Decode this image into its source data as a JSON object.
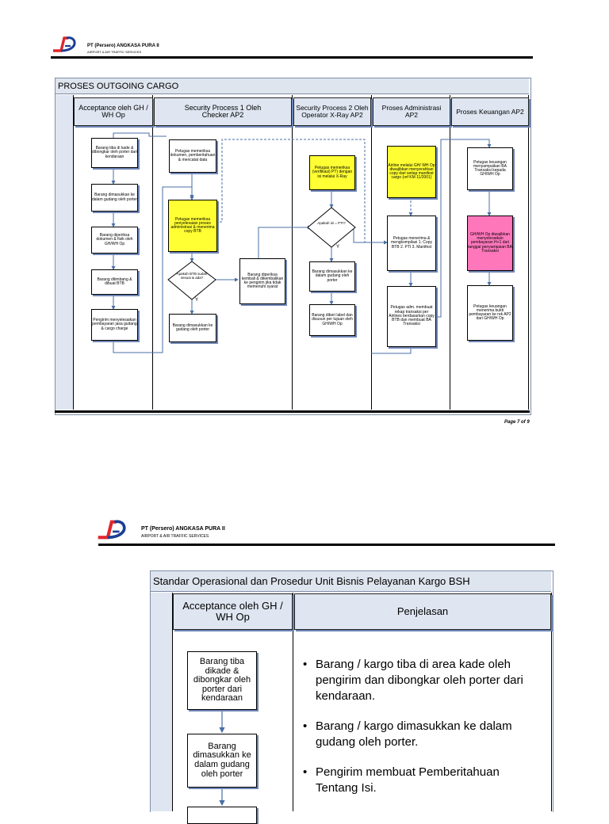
{
  "company": {
    "name": "PT (Persero) ANGKASA PURA II",
    "subtitle": "AIRPORT & AIR TRAFFIC SERVICES"
  },
  "page1": {
    "title": "PROSES OUTGOING CARGO",
    "page_number": "Page 7 of 9",
    "lanes": [
      "Acceptance oleh GH / WH Op",
      "Security Process 1 Oleh Checker AP2",
      "Security Process 2 Oleh Operator X-Ray AP2",
      "Proses Administrasi AP2",
      "Proses Keuangan AP2"
    ],
    "nodes": {
      "a1": "Barang tiba di kade & dibongkar oleh porter dari kendaraan",
      "a2": "Barang dimasukkan ke dalam gudang oleh porter",
      "a3": "Barang diperiksa dokumen & fisik oleh GH/WH Op",
      "a4": "Barang ditimbang & dibuat BTB",
      "a5": "Pengirim menyelesaikan pembayaran jasa gudang & cargo charge",
      "s1": "Petugas memeriksa dokumen, pemberitahuan & mencatat data",
      "s2": "Petugas memeriksa penyelesaian proses administrasi & menerima copy BTB",
      "s3": "Apakah BTB sudah sesuai & ada?",
      "s4": "Barang dimasukkan ke gudang oleh porter",
      "s5": "Barang diperiksa kembali & dikembalikan ke pengirim jika tidak memenuhi syarat",
      "x1": "Petugas memeriksa (verifikasi) PT) dengan isi melalui X-Ray",
      "x2": "Apakah isi = PTI?",
      "x3": "Barang dimasukkan ke dalam gudang oleh porter",
      "x4": "Barang diberi label dan disusun per tujuan oleh GH/WH Op",
      "d1": "Airline melalui GH/ WH Op diwajibkan menyerahkan copy dari setiap manifest cargo (ref KM 11/2001)",
      "d2": "Petugas menerima & mengkompilasi 1. Copy BTB 2. PTI 3. Manifest",
      "d3": "Petugas adm. membuat rekap transaksi per Airlines berdasarkan copy BTB dan membuat BA Transaksi",
      "k1": "Petugas keuangan menyampaikan BA Transaksi kepada GH/WH Op",
      "k2": "GH/WH Op diwajibkan menyelesaikan pembayaran H+1 dari tanggal penyampaian BA Transaksi",
      "k3": "Petugas keuangan menerima bukti pembayaran ke rek AP2 dari GH/WH Op"
    },
    "labels": {
      "yes": "Y"
    }
  },
  "page2": {
    "title": "Standar Operasional dan Prosedur Unit Bisnis Pelayanan Kargo BSH",
    "col1_header": "Acceptance oleh GH / WH Op",
    "col2_header": "Penjelasan",
    "boxes": [
      "Barang tiba dikade & dibongkar oleh porter dari kendaraan",
      "Barang dimasukkan ke dalam gudang oleh porter"
    ],
    "bullets": [
      "Barang / kargo tiba di area kade oleh pengirim dan dibongkar oleh porter dari kendaraan.",
      "Barang / kargo dimasukkan ke dalam gudang oleh porter.",
      "Pengirim membuat Pemberitahuan Tentang Isi."
    ]
  },
  "colors": {
    "lane_header_bg": "#dfe6f1",
    "highlight_yellow": "#ffff33",
    "highlight_pink": "#ff77bb",
    "connector_blue": "#4a6fa5",
    "logo_red": "#e0262b",
    "logo_blue": "#1b3f94"
  }
}
